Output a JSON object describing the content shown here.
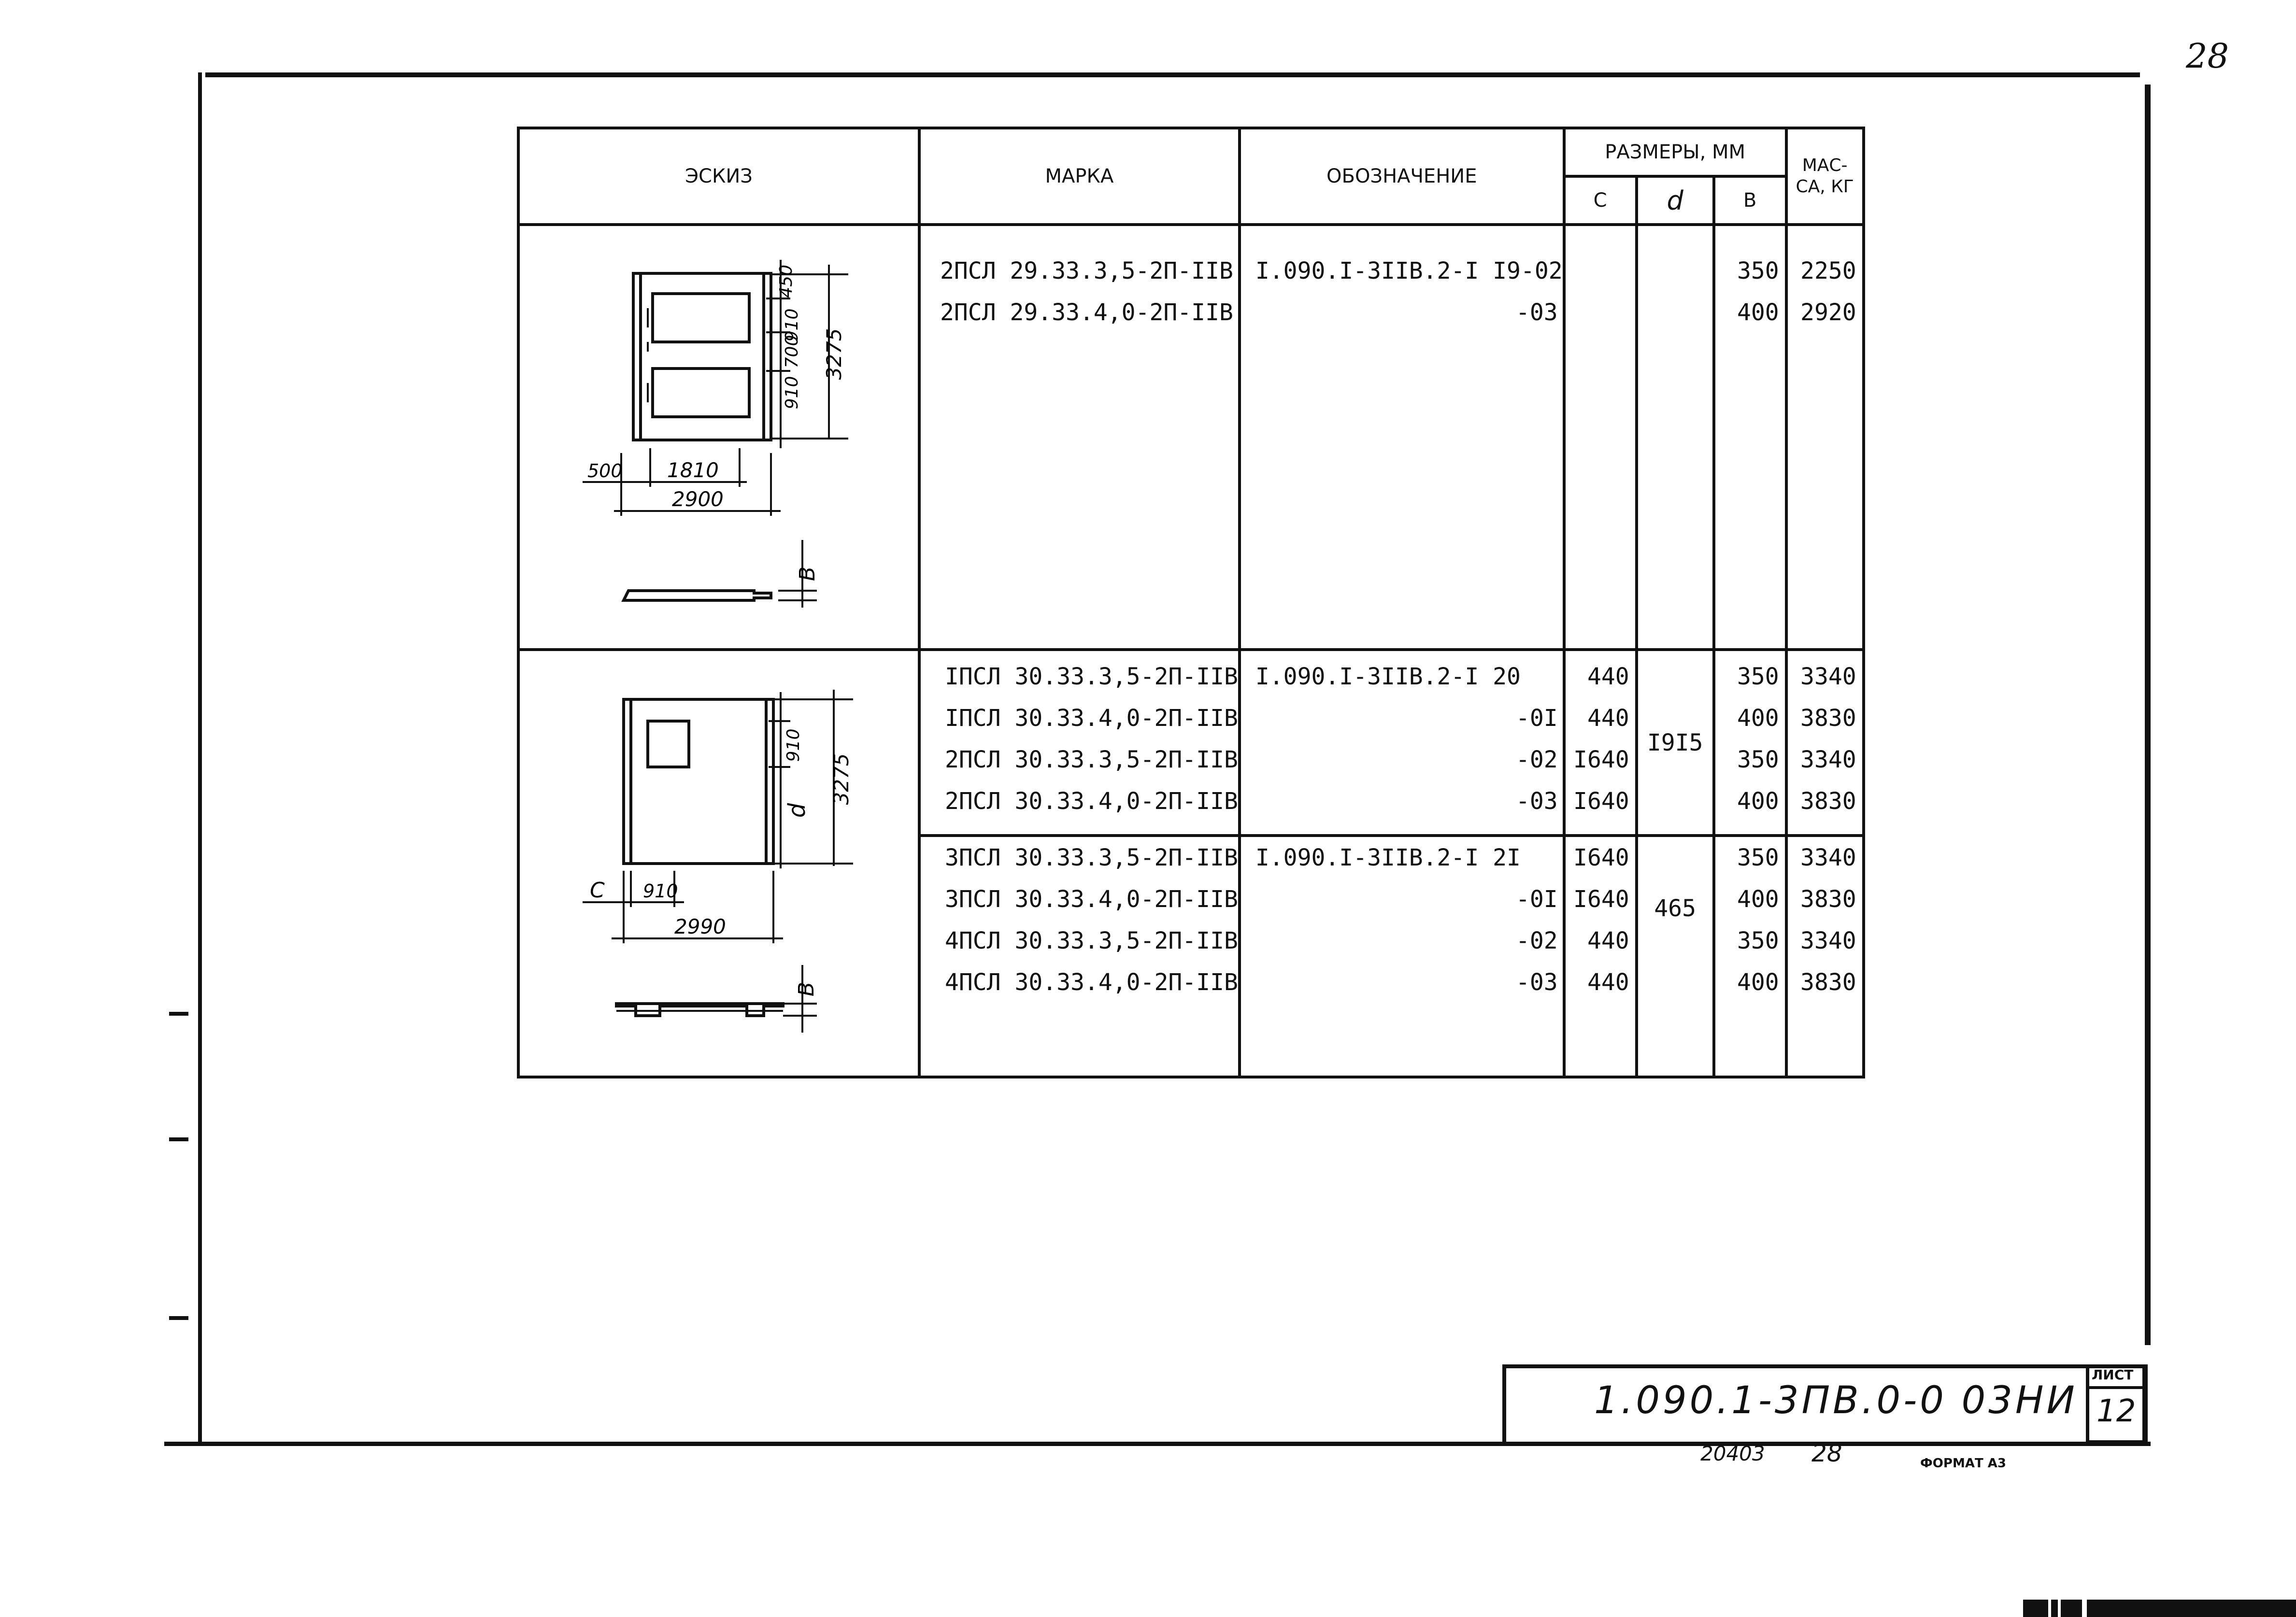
{
  "page_number": "28",
  "table": {
    "headers": {
      "sketch": "ЭСКИЗ",
      "mark": "МАРКА",
      "designation": "ОБОЗНАЧЕНИЕ",
      "dimensions": "РАЗМЕРЫ, ММ",
      "dim_c": "C",
      "dim_d": "d",
      "dim_b": "В",
      "mass": "МАС-СА, КГ"
    },
    "group1": {
      "marks": [
        "2ПСЛ 29.33.3,5-2П-IIВ",
        "2ПСЛ 29.33.4,0-2П-IIВ"
      ],
      "designations": [
        "I.090.I-3IIВ.2-I I9-02",
        "-03"
      ],
      "c": [
        "",
        ""
      ],
      "d": "",
      "b": [
        "350",
        "400"
      ],
      "mass": [
        "2250",
        "2920"
      ],
      "sketch_labels": {
        "dim_450": "450",
        "dim_910a": "910",
        "dim_700": "700",
        "dim_910b": "910",
        "dim_3275": "3275",
        "dim_500": "500",
        "dim_1810": "1810",
        "dim_2900": "2900",
        "dim_b": "В"
      }
    },
    "group2a": {
      "marks": [
        "IПСЛ 30.33.3,5-2П-IIВ",
        "IПСЛ 30.33.4,0-2П-IIВ",
        "2ПСЛ 30.33.3,5-2П-IIВ",
        "2ПСЛ 30.33.4,0-2П-IIВ"
      ],
      "designations": [
        "I.090.I-3IIВ.2-I 20",
        "-0I",
        "-02",
        "-03"
      ],
      "c": [
        "440",
        "440",
        "I640",
        "I640"
      ],
      "d": "I9I5",
      "b": [
        "350",
        "400",
        "350",
        "400"
      ],
      "mass": [
        "3340",
        "3830",
        "3340",
        "3830"
      ]
    },
    "group2b": {
      "marks": [
        "3ПСЛ 30.33.3,5-2П-IIВ",
        "3ПСЛ 30.33.4,0-2П-IIВ",
        "4ПСЛ 30.33.3,5-2П-IIВ",
        "4ПСЛ 30.33.4,0-2П-IIВ"
      ],
      "designations": [
        "I.090.I-3IIВ.2-I 2I",
        "-0I",
        "-02",
        "-03"
      ],
      "c": [
        "I640",
        "I640",
        "440",
        "440"
      ],
      "d": "465",
      "b": [
        "350",
        "400",
        "350",
        "400"
      ],
      "mass": [
        "3340",
        "3830",
        "3340",
        "3830"
      ],
      "sketch_labels": {
        "dim_910v": "910",
        "dim_d": "d",
        "dim_3275": "3275",
        "dim_c": "C",
        "dim_910h": "910",
        "dim_2990": "2990",
        "dim_b": "В"
      }
    }
  },
  "title_block": {
    "document_code": "1.090.1-3ПВ.0-0 03НИ",
    "sheet_label": "ЛИСТ",
    "sheet_number": "12"
  },
  "footer": {
    "inventory": "20403",
    "inventory_page": "28",
    "format": "ФОРМАТ А3"
  }
}
